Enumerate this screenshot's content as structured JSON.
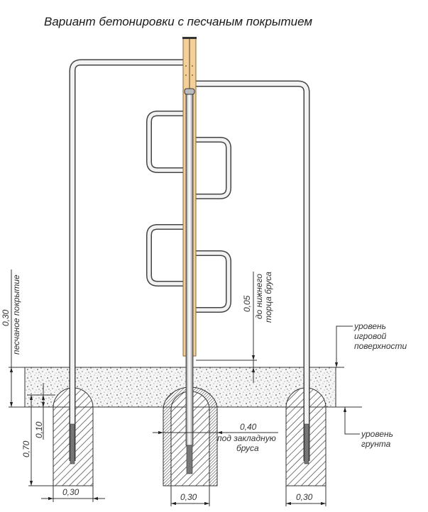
{
  "title": "Вариант бетонировки с песчаным покрытием",
  "colors": {
    "wood": "#f3cf9a",
    "wood_edge": "#c9a060",
    "pipe": "#ececec",
    "pipe_edge": "#444444",
    "sand": "#f4f4f4",
    "line": "#333333"
  },
  "dimensions": {
    "sand_cover": {
      "value": "0,30",
      "note": "песчаное покрытие"
    },
    "gap_to_beam_end": {
      "value": "0,05",
      "note_line1": "до нижнего",
      "note_line2": "торца бруса"
    },
    "footing_top_below_surface": {
      "value": "0,10"
    },
    "footing_depth": {
      "value": "0,70"
    },
    "embed_depth": {
      "value": "0,40",
      "note_line1": "под закладную",
      "note_line2": "бруса"
    },
    "footing_width_left": {
      "value": "0,30"
    },
    "footing_width_center": {
      "value": "0,30"
    },
    "footing_width_right": {
      "value": "0,30"
    }
  },
  "levels": {
    "play_surface": {
      "line1": "уровень",
      "line2": "игровой",
      "line3": "поверхности"
    },
    "ground": {
      "line1": "уровень",
      "line2": "грунта"
    }
  }
}
